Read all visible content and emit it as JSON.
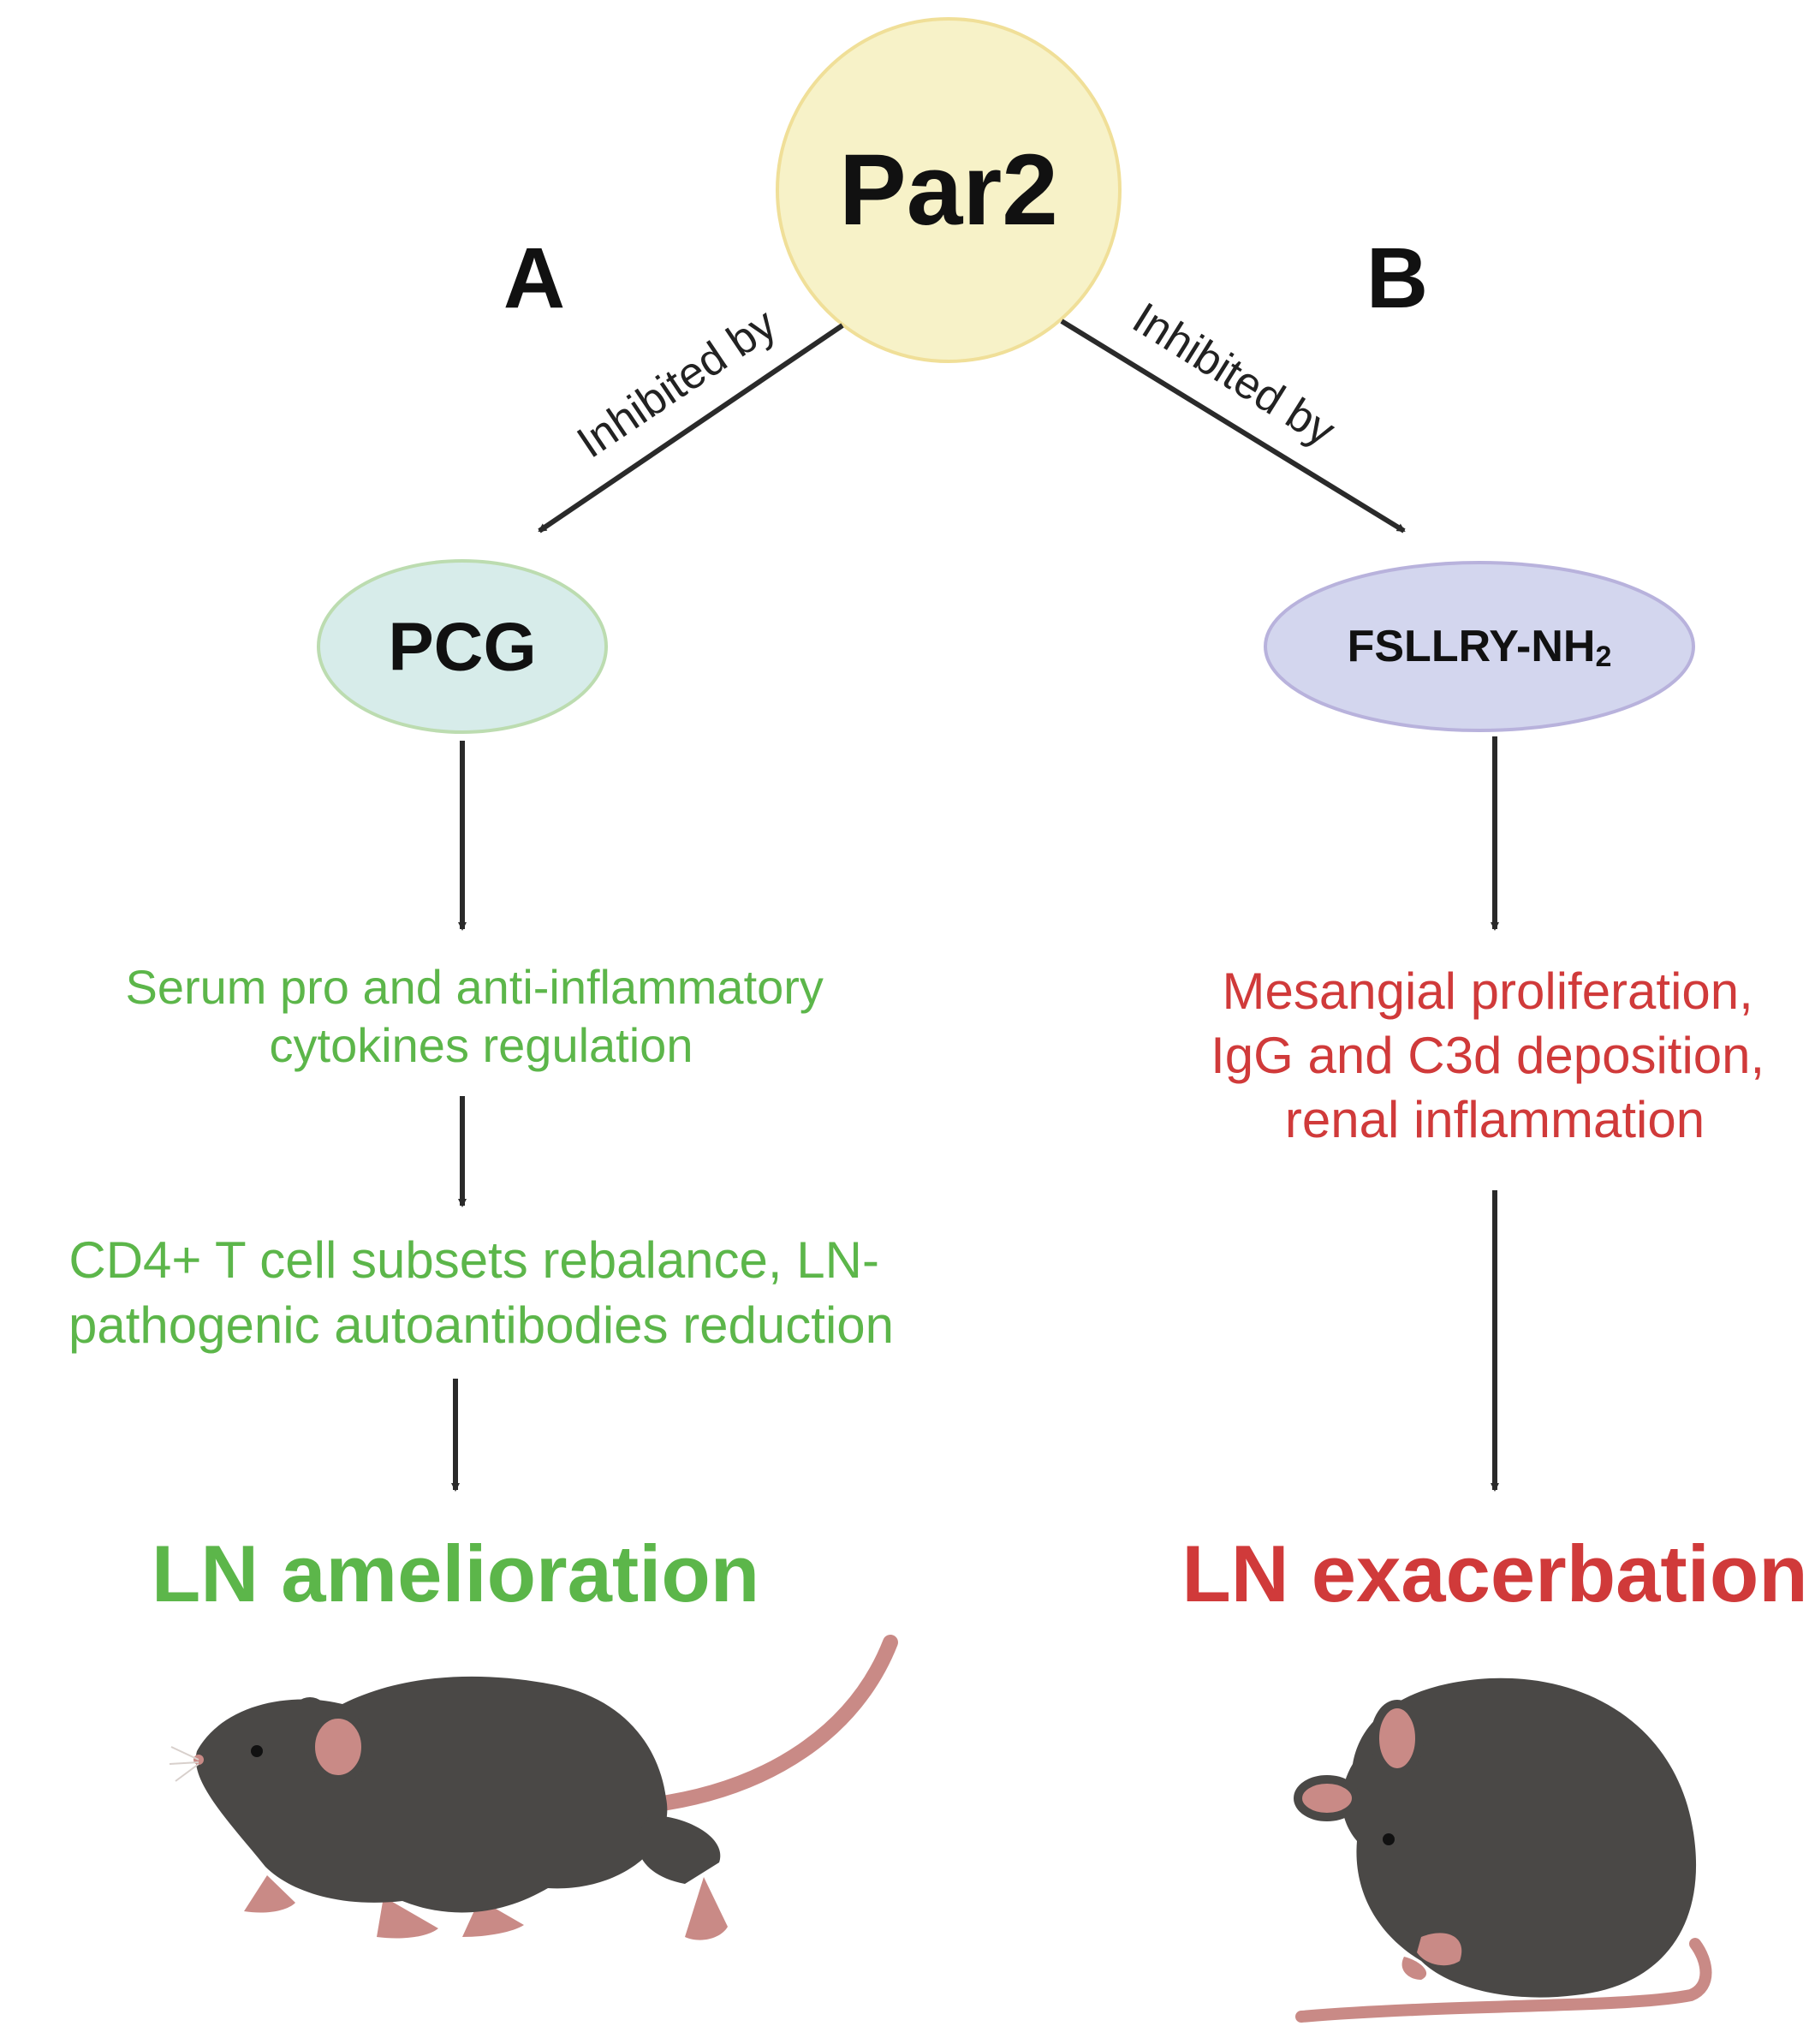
{
  "nodes": {
    "root": {
      "label": "Par2"
    },
    "pcg": {
      "label": "PCG"
    },
    "fsllry": {
      "label_main": "FSLLRY-NH",
      "label_sub": "2"
    }
  },
  "branches": {
    "a": {
      "letter": "A",
      "edge_label": "Inhibited by",
      "step1": [
        "Serum pro and anti-inflammatory",
        "cytokines regulation"
      ],
      "step2": [
        "CD4+ T cell subsets rebalance, LN-",
        "pathogenic autoantibodies reduction"
      ],
      "outcome": "LN amelioration"
    },
    "b": {
      "letter": "B",
      "edge_label": "Inhibited by",
      "step1": [
        "Mesangial proliferation,",
        "IgG and C3d deposition,",
        "renal inflammation"
      ],
      "outcome": "LN exacerbation"
    }
  },
  "colors": {
    "root_fill": "#f7f2c8",
    "root_stroke": "#f0df98",
    "pcg_fill": "#d7ecea",
    "pcg_stroke": "#bcdcb0",
    "fsllry_fill": "#d3d6ee",
    "fsllry_stroke": "#b8b2dc",
    "positive": "#5cb64a",
    "negative": "#d03a3a",
    "arrow": "#2a2a2a",
    "mouse_body": "#4a4846",
    "mouse_pink": "#c98a86"
  },
  "icons": [
    "mouse-walking-icon",
    "mouse-hunched-icon"
  ]
}
